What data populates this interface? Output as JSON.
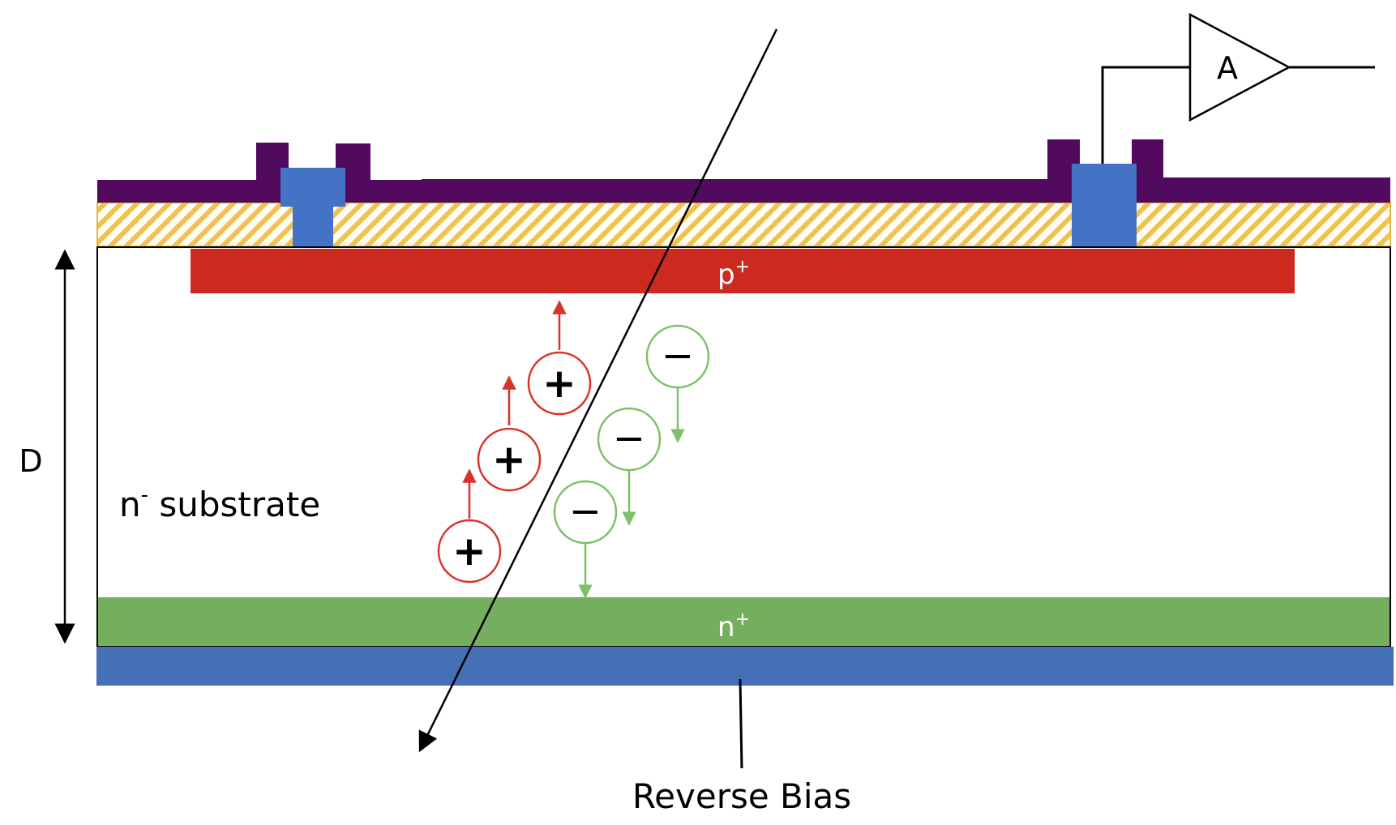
{
  "labels": {
    "dimension": "D",
    "substrate": "n",
    "substrate_sup": "-",
    "substrate_rest": " substrate",
    "p_implant": "p",
    "p_implant_sup": "+",
    "n_implant": "n",
    "n_implant_sup": "+",
    "amplifier": "A",
    "bias": "Reverse Bias",
    "hole_sign": "+",
    "electron_sign": "−"
  },
  "colors": {
    "aluminium_metal": "#520A5E",
    "oxide_layer": "#F2C14E",
    "contact_via": "#4472C4",
    "p_plus": "#CC2A1E",
    "n_plus": "#74AE5E",
    "backside_contact": "#4670B6",
    "hole": "#D9332B",
    "electron": "#7CC16A"
  },
  "icons": {
    "amplifier": "amplifier-triangle-icon",
    "hole": "hole-plus-icon",
    "electron": "electron-minus-icon"
  }
}
